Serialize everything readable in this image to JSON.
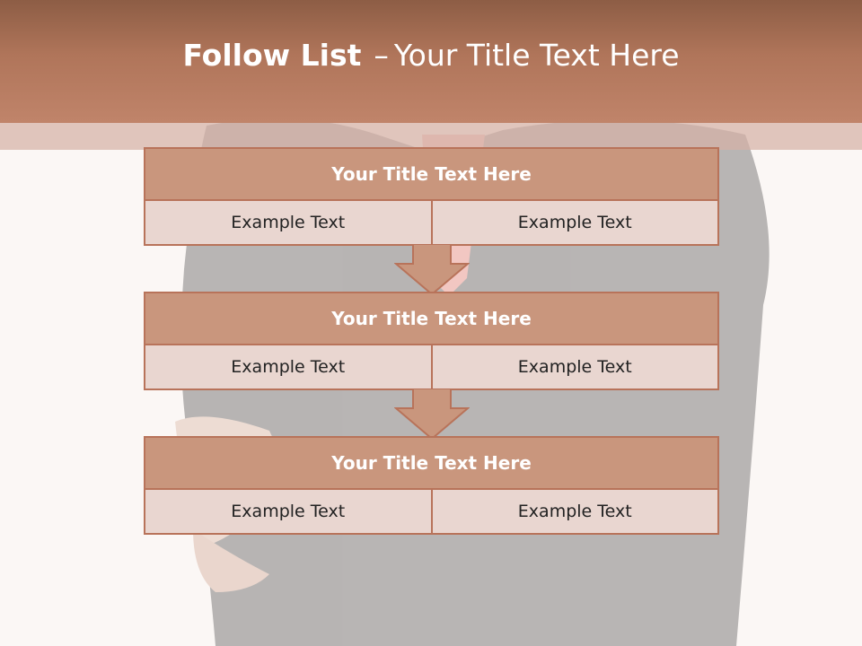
{
  "header": {
    "title_bold": "Follow List",
    "title_dash": "–",
    "title_rest": "Your Title Text Here"
  },
  "steps": [
    {
      "title": "Your Title Text Here",
      "left": "Example Text",
      "right": "Example Text"
    },
    {
      "title": "Your Title Text Here",
      "left": "Example Text",
      "right": "Example Text"
    },
    {
      "title": "Your Title Text Here",
      "left": "Example Text",
      "right": "Example Text"
    }
  ],
  "colors": {
    "header_top": "#8d5d45",
    "header_bottom": "#c0846a",
    "box_title_fill": "#c9967d",
    "box_row_fill": "#e9d6d0",
    "border": "#b8735a"
  }
}
